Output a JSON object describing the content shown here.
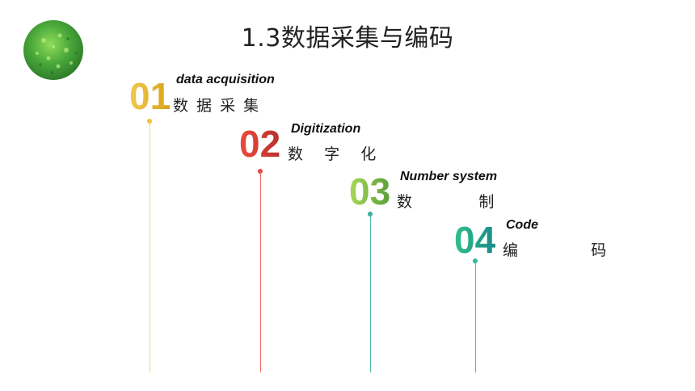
{
  "title": "1.3数据采集与编码",
  "colors": {
    "item1": "#f0c03a",
    "item2": "#e8443a",
    "item3": "#3aae9a",
    "item4": "#2fb59a"
  },
  "icons": {
    "logo": "green-moss-ball-icon"
  },
  "items": [
    {
      "number": "01",
      "english": "data acquisition",
      "chinese": "数 据 采 集"
    },
    {
      "number": "02",
      "english": "Digitization",
      "chinese": "数   字   化"
    },
    {
      "number": "03",
      "english": "Number system",
      "chinese": "数          制"
    },
    {
      "number": "04",
      "english": "Code",
      "chinese": "编           码"
    }
  ]
}
